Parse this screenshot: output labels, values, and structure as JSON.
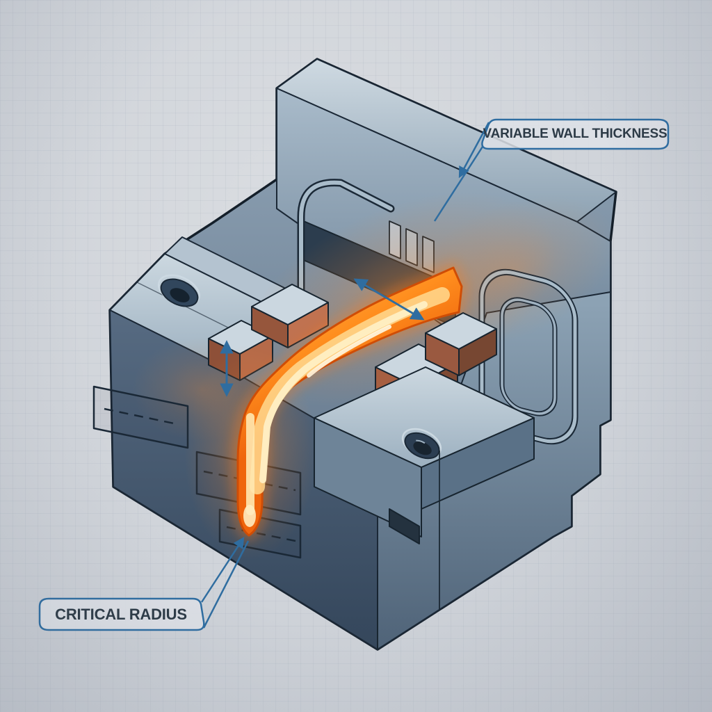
{
  "callouts": {
    "variable_wall_thickness": "VARIABLE WALL THICKNESS",
    "critical_radius": "CRITICAL RADIUS"
  },
  "annotations": {
    "dimension_arrows": [
      {
        "name": "wall-thickness-dimension-arrow",
        "style": "double-headed",
        "orientation": "diagonal"
      },
      {
        "name": "rib-height-dimension-arrow",
        "style": "double-headed",
        "orientation": "vertical"
      }
    ]
  },
  "colors": {
    "background": "#ced2d8",
    "grid_line": "#b5bcc6",
    "steel_light": "#c8d4dd",
    "steel_mid": "#7e93a7",
    "steel_dark": "#3a4d62",
    "outline": "#16222e",
    "molten_core": "#fff3d2",
    "molten_mid": "#ff9b2e",
    "molten_edge": "#ee660d",
    "annotation_blue": "#2f6da0",
    "label_text": "#2c3a46"
  }
}
